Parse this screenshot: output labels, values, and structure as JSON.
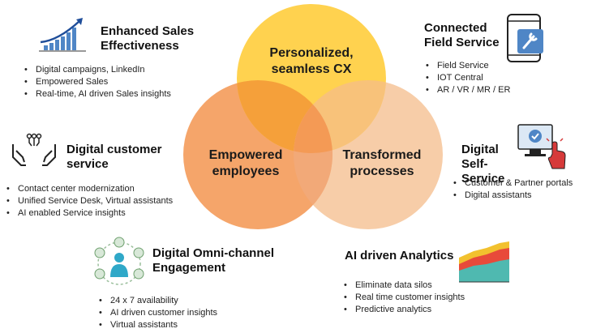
{
  "venn": {
    "top": "Personalized, seamless CX",
    "left": "Empowered employees",
    "right": "Transformed processes",
    "colors": {
      "top": "#FFD04D",
      "left": "#F4A468",
      "right": "#F7C9A3",
      "overlap": "#F39A4E"
    }
  },
  "sales": {
    "title": "Enhanced Sales Effectiveness",
    "icon": "growth-chart-icon",
    "bullets": [
      "Digital campaigns, LinkedIn",
      "Empowered Sales",
      "Real-time, AI driven Sales insights"
    ]
  },
  "field": {
    "title": "Connected Field Service",
    "icon": "phone-wrench-icon",
    "bullets": [
      "Field Service",
      "IOT Central",
      "AR / VR / MR / ER"
    ]
  },
  "service": {
    "title": "Digital customer service",
    "icon": "hands-circuit-icon",
    "bullets": [
      "Contact center modernization",
      "Unified Service Desk, Virtual assistants",
      "AI enabled Service insights"
    ]
  },
  "self": {
    "title": "Digital Self-Service",
    "icon": "monitor-click-icon",
    "bullets": [
      "Customer & Partner portals",
      "Digital assistants"
    ]
  },
  "omni": {
    "title": "Digital Omni-channel Engagement",
    "icon": "person-channels-icon",
    "bullets": [
      "24 x 7 availability",
      "AI driven customer insights",
      "Virtual assistants"
    ]
  },
  "analytics": {
    "title": "AI driven Analytics",
    "icon": "area-chart-icon",
    "bullets": [
      "Eliminate data silos",
      "Real time customer insights",
      "Predictive analytics"
    ]
  }
}
